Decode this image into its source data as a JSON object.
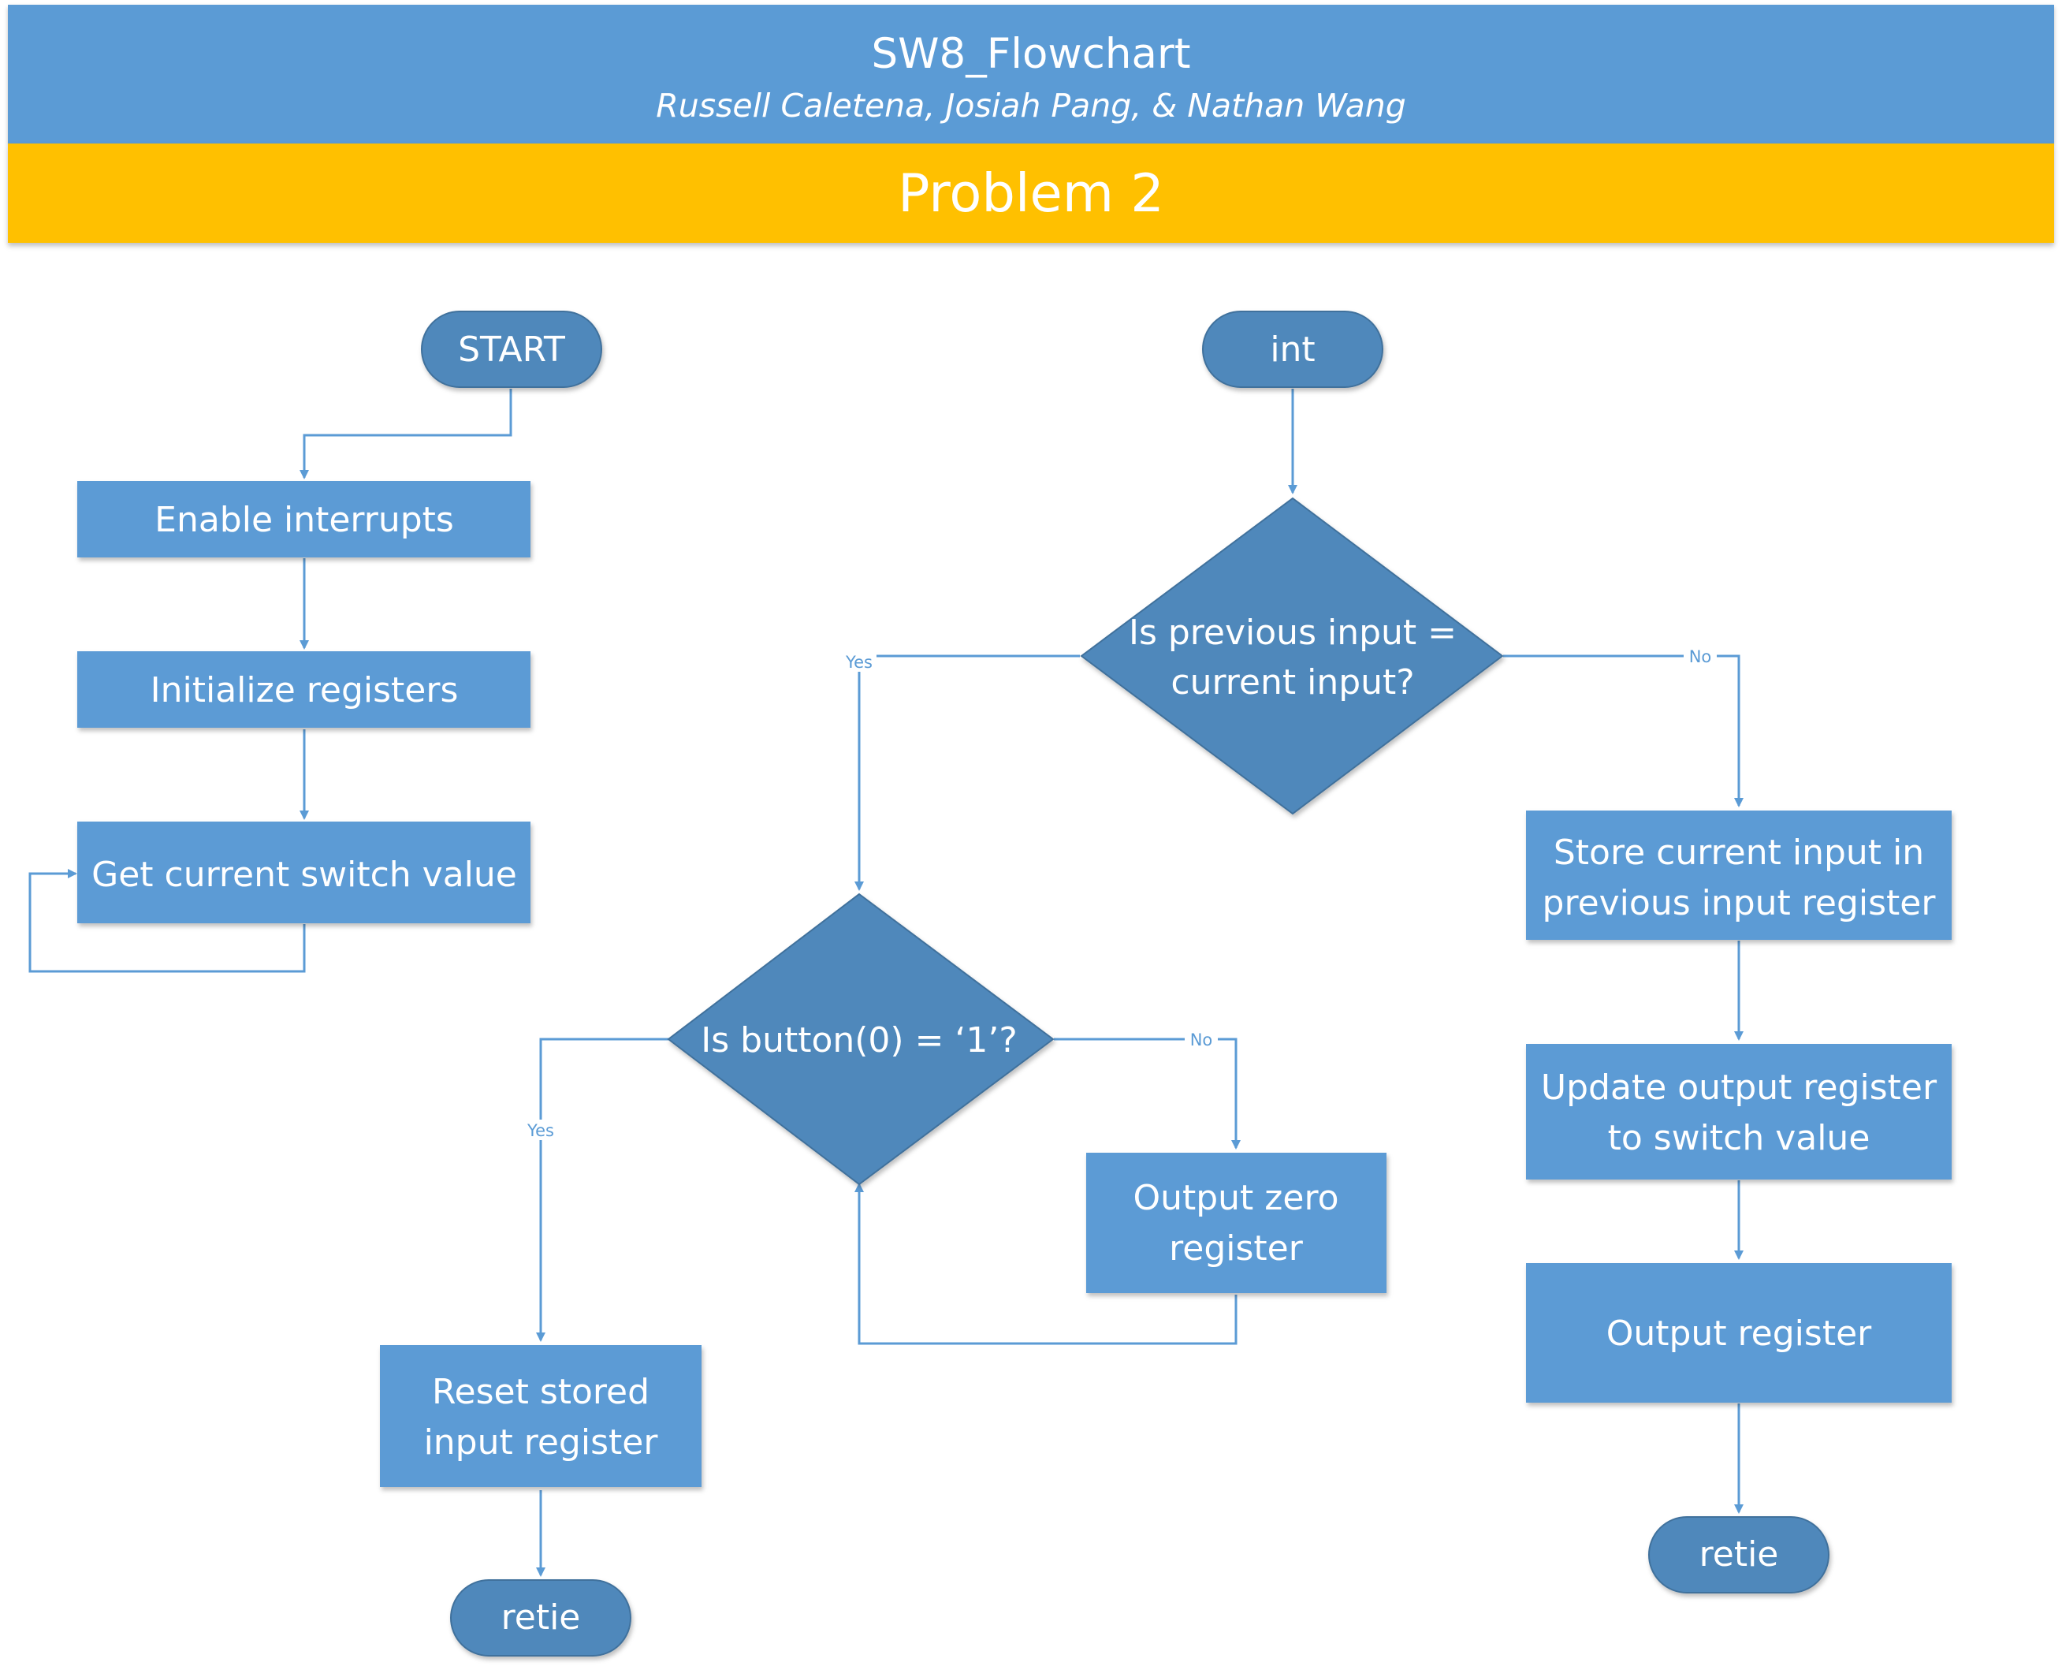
{
  "header": {
    "title": "SW8_Flowchart",
    "authors": "Russell Caletena, Josiah Pang, & Nathan Wang"
  },
  "problem": {
    "label": "Problem 2"
  },
  "main_flow": {
    "start": "START",
    "enable_interrupts": "Enable interrupts",
    "init_registers": "Initialize registers",
    "get_switch": "Get current switch value"
  },
  "interrupt_flow": {
    "start": "int",
    "decision_prev_input": {
      "line1": "Is previous input =",
      "line2": "current input?"
    },
    "decision_button": "Is button(0) = ‘1’?",
    "output_zero": {
      "line1": "Output zero",
      "line2": "register"
    },
    "reset_input": {
      "line1": "Reset stored",
      "line2": "input register"
    },
    "store_input": {
      "line1": "Store current input in",
      "line2": "previous input register"
    },
    "update_output": {
      "line1": "Update output register",
      "line2": "to switch value"
    },
    "output_register": "Output register",
    "retie_left": "retie",
    "retie_right": "retie"
  },
  "edge_labels": {
    "yes": "Yes",
    "no": "No"
  },
  "colors": {
    "title_band": "#5b9bd5",
    "problem_band": "#ffc000",
    "process_box": "#5b9bd5",
    "decision": "#4f88bb",
    "terminator": "#4f88bb",
    "connector": "#5b9bd5"
  }
}
